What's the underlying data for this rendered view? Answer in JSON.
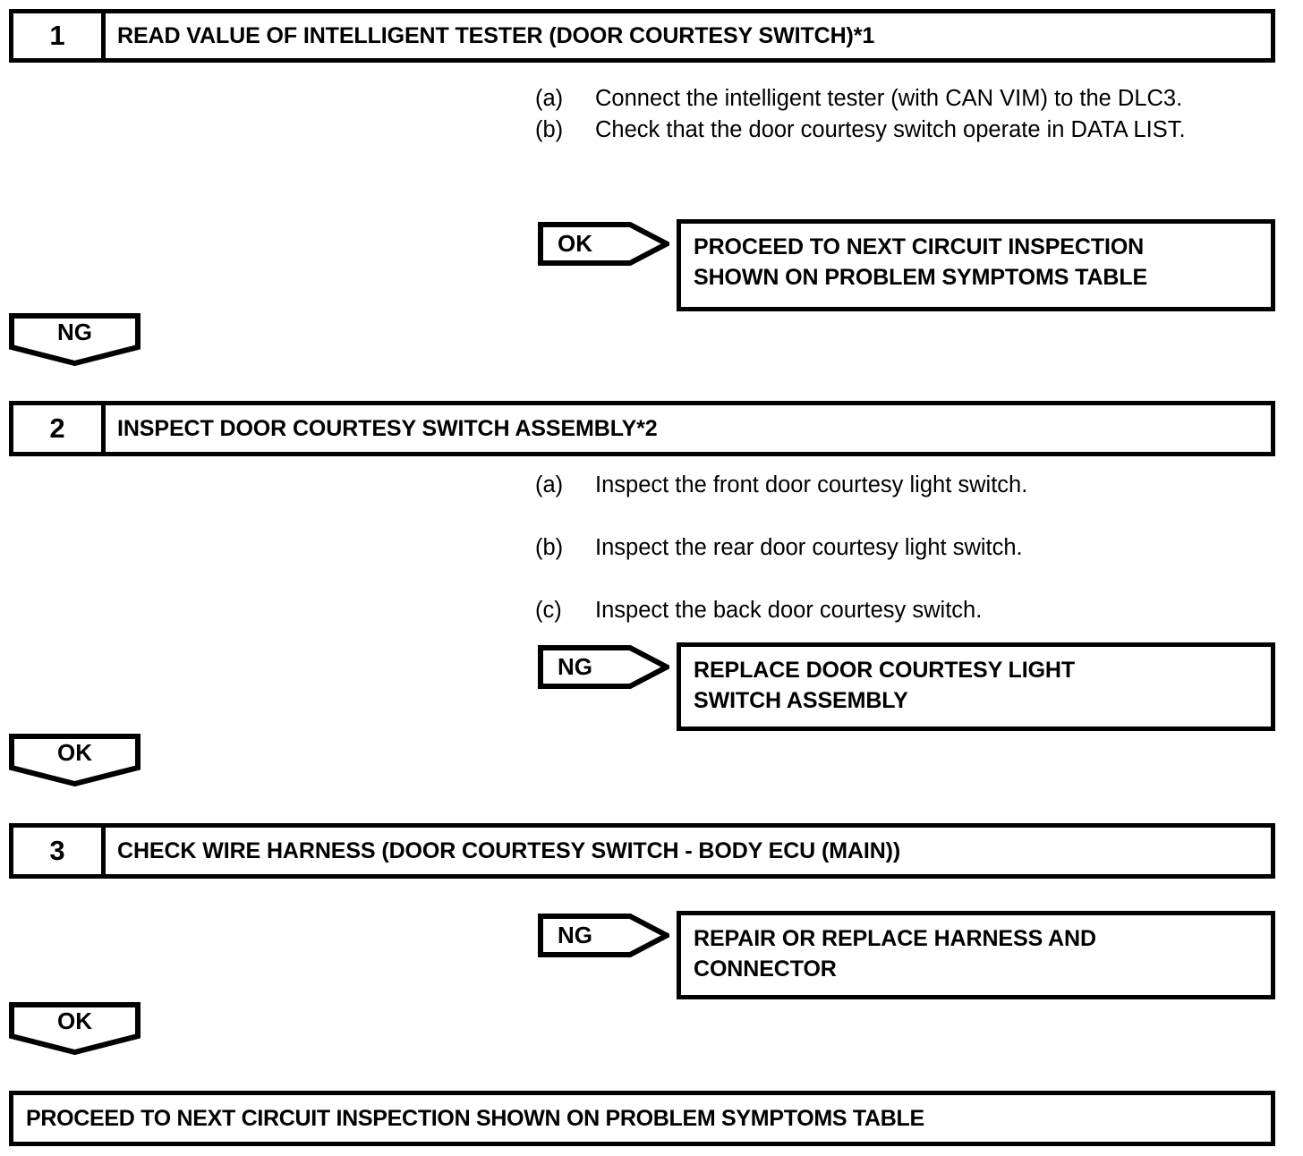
{
  "steps": [
    {
      "number": "1",
      "title": "READ VALUE OF INTELLIGENT TESTER (DOOR COURTESY SWITCH)*1",
      "instructions": [
        {
          "label": "(a)",
          "text": "Connect the intelligent tester (with CAN VIM) to the DLC3."
        },
        {
          "label": "(b)",
          "text": "Check that the door courtesy switch operate in DATA LIST."
        }
      ],
      "branch": {
        "judgement": "OK",
        "result_lines": [
          "PROCEED TO NEXT CIRCUIT INSPECTION",
          "SHOWN ON PROBLEM SYMPTOMS TABLE"
        ]
      },
      "continue_judgement": "NG"
    },
    {
      "number": "2",
      "title": "INSPECT DOOR COURTESY SWITCH ASSEMBLY*2",
      "instructions": [
        {
          "label": "(a)",
          "text": "Inspect the front door courtesy light switch."
        },
        {
          "label": "(b)",
          "text": "Inspect the rear door courtesy light switch."
        },
        {
          "label": "(c)",
          "text": "Inspect the back door courtesy switch."
        }
      ],
      "branch": {
        "judgement": "NG",
        "result_lines": [
          "REPLACE DOOR COURTESY LIGHT",
          "SWITCH ASSEMBLY"
        ]
      },
      "continue_judgement": "OK"
    },
    {
      "number": "3",
      "title": "CHECK WIRE HARNESS (DOOR COURTESY SWITCH - BODY ECU (MAIN))",
      "instructions": [],
      "branch": {
        "judgement": "NG",
        "result_lines": [
          "REPAIR OR REPLACE HARNESS AND",
          "CONNECTOR"
        ]
      },
      "continue_judgement": "OK"
    }
  ],
  "final": {
    "text": "PROCEED TO NEXT CIRCUIT INSPECTION SHOWN ON PROBLEM SYMPTOMS TABLE"
  },
  "colors": {
    "line": "#000000",
    "background": "#ffffff"
  }
}
